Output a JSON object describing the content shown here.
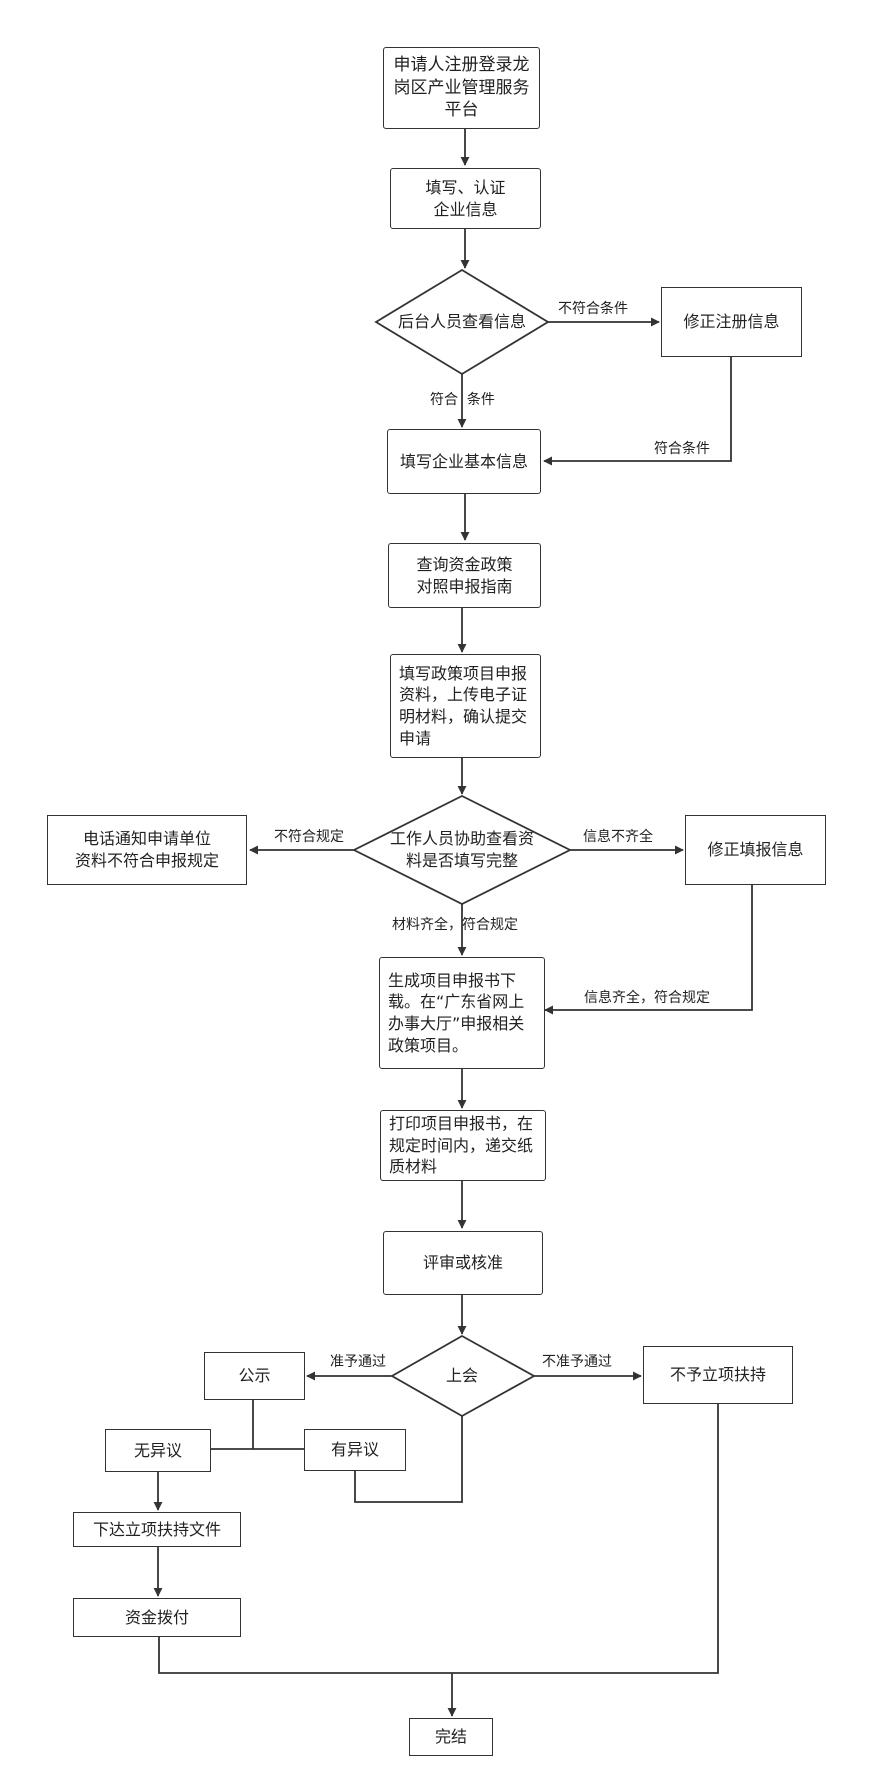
{
  "nodes": {
    "register": "申请人注册登录龙岗区产业管理服务平台",
    "fill_auth": "填写、认证\n企业信息",
    "backend_check": "后台人员查看信息",
    "fix_register": "修正注册信息",
    "fill_basic": "填写企业基本信息",
    "query_policy": "查询资金政策\n对照申报指南",
    "fill_project": "填写政策项目申报资料，上传电子证明材料，确认提交申请",
    "staff_check": "工作人员协助查看资料是否填写完整",
    "phone_notify": "电话通知申请单位\n资料不符合申报规定",
    "fix_report": "修正填报信息",
    "generate": "生成项目申报书下载。在“广东省网上办事大厅”申报相关政策项目。",
    "print": "打印项目申报书，在规定时间内，递交纸质材料",
    "review": "评审或核准",
    "meeting": "上会",
    "publicity": "公示",
    "no_support": "不予立项扶持",
    "no_objection": "无异议",
    "objection": "有异议",
    "issue_doc": "下达立项扶持文件",
    "fund": "资金拨付",
    "done": "完结"
  },
  "edge_labels": {
    "not_qualified": "不符合条件",
    "qualified_split": "符合  条件",
    "qualified": "符合条件",
    "not_compliant": "不符合规定",
    "info_incomplete": "信息不齐全",
    "material_complete": "材料齐全，符合规定",
    "info_complete": "信息齐全，符合规定",
    "approved": "准予通过",
    "not_approved": "不准予通过"
  }
}
